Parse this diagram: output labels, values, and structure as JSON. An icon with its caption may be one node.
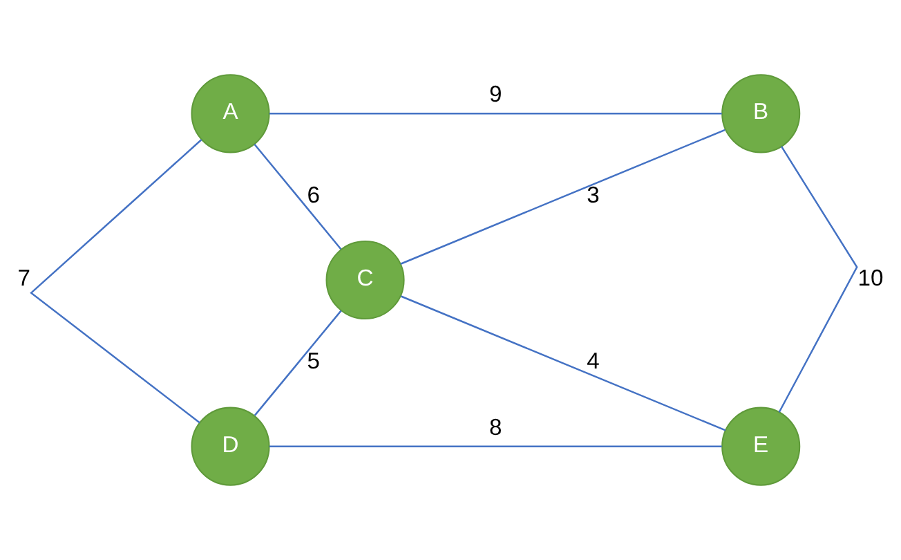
{
  "diagram": {
    "nodes": [
      {
        "text": [
          "A"
        ]
      },
      {
        "text": [
          "B"
        ]
      },
      {
        "text": [
          "C"
        ]
      },
      {
        "text": [
          "D"
        ]
      },
      {
        "text": [
          "E"
        ]
      }
    ],
    "edges": [
      {
        "from": 0,
        "to": 1,
        "arrow": "none",
        "label": "9"
      },
      {
        "from": 0,
        "to": 2,
        "arrow": "none",
        "label": "6"
      },
      {
        "from": 0,
        "to": 3,
        "arrow": "none",
        "label": "7"
      },
      {
        "from": 2,
        "to": 1,
        "arrow": "none",
        "label": "3"
      },
      {
        "from": 1,
        "to": 4,
        "arrow": "none",
        "label": "10"
      },
      {
        "from": 3,
        "to": 2,
        "arrow": "none",
        "label": "5"
      },
      {
        "from": 2,
        "to": 4,
        "arrow": "none",
        "label": "4"
      },
      {
        "from": 3,
        "to": 4,
        "arrow": "none",
        "label": "8"
      }
    ]
  }
}
